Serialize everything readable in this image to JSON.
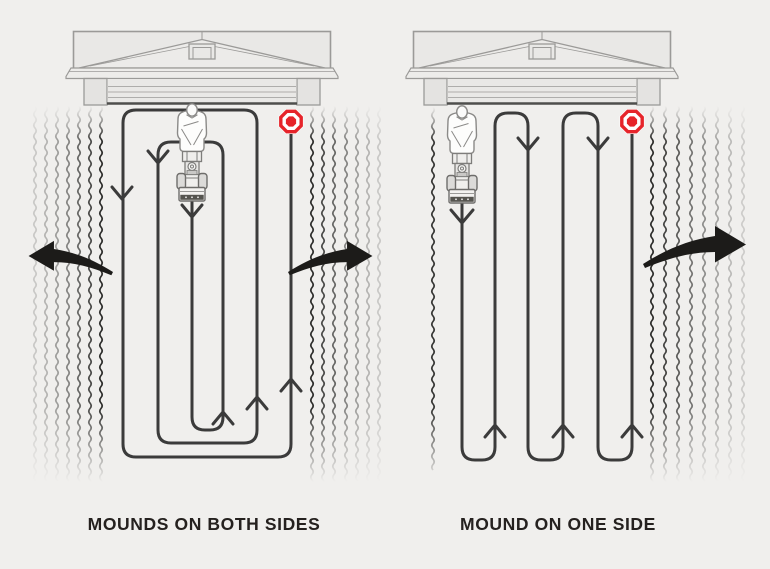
{
  "figure": {
    "background_color": "#f0efed",
    "path_color": "#3b3b3b",
    "marker_color": "#e6242a",
    "text_color": "#25211f"
  },
  "panels": [
    {
      "id": "mounds-both-sides",
      "caption": "MOUNDS ON BOTH SIDES",
      "pattern": "spiral-from-center-outward",
      "snow_mound_sides": [
        "left",
        "right"
      ],
      "throw_direction_arrows": [
        "left",
        "right"
      ],
      "icons": [
        "garage-icon",
        "operator-snow-blower-icon",
        "red-stop-marker-icon",
        "snow-mound-lines"
      ]
    },
    {
      "id": "mound-one-side",
      "caption": "MOUND ON ONE SIDE",
      "pattern": "serpentine-rows",
      "snow_mound_sides": [
        "right"
      ],
      "throw_direction_arrows": [
        "right"
      ],
      "icons": [
        "garage-icon",
        "operator-snow-blower-icon",
        "red-stop-marker-icon",
        "snow-mound-lines"
      ]
    }
  ]
}
